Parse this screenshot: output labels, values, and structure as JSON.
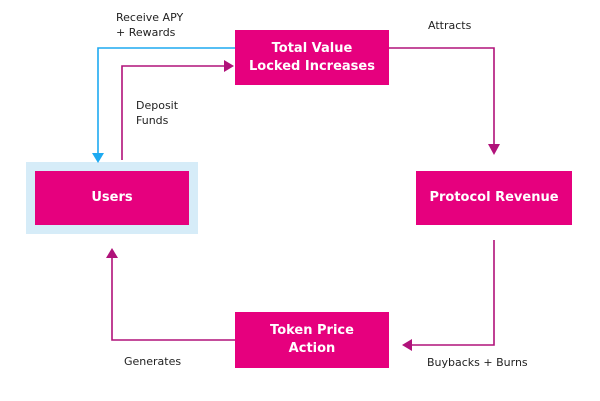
{
  "nodes": {
    "users": "Users",
    "tvl": "Total Value\nLocked Increases",
    "revenue": "Protocol Revenue",
    "token": "Token Price\nAction"
  },
  "edges": {
    "receive": "Receive APY\n+ Rewards",
    "deposit": "Deposit\nFunds",
    "attracts": "Attracts",
    "buybacks": "Buybacks + Burns",
    "generates": "Generates"
  },
  "colors": {
    "node_fill": "#e6007e",
    "arrow_magenta": "#b0127a",
    "arrow_blue": "#1eaaf1",
    "highlight": "#d6ecf8"
  }
}
